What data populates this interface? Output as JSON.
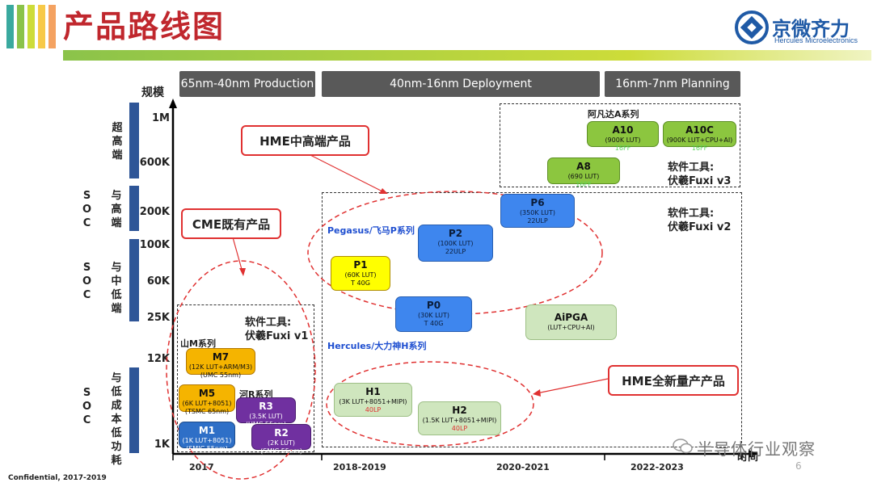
{
  "header": {
    "title": "产品路线图",
    "logo_name": "京微齐力",
    "logo_sub": "Hercules Microelectronics",
    "stripe_colors": [
      "#3aa99f",
      "#8bc34a",
      "#cddc39",
      "#f7c948",
      "#f4a261"
    ]
  },
  "phases": [
    "65nm-40nm Production",
    "40nm-16nm Deployment",
    "16nm-7nm Planning"
  ],
  "axis": {
    "y_title": "规模",
    "x_title": "时间",
    "y_ticks": [
      "1M",
      "600K",
      "200K",
      "100K",
      "60K",
      "25K",
      "12K",
      "1K"
    ],
    "x_ticks": [
      "2017",
      "2018-2019",
      "2020-2021",
      "2022-2023"
    ],
    "categories": [
      {
        "soc": "",
        "label": "超高端"
      },
      {
        "soc": "SOC",
        "label": "与高端"
      },
      {
        "soc": "SOC",
        "label": "与中低端"
      },
      {
        "soc": "SOC",
        "label": "与低成本低功耗"
      }
    ]
  },
  "callouts": {
    "hme_high": "HME中高端产品",
    "cme": "CME既有产品",
    "hme_new": "HME全新量产产品"
  },
  "tools": {
    "v1": [
      "软件工具:",
      "伏羲Fuxi v1"
    ],
    "v2": [
      "软件工具:",
      "伏羲Fuxi v2"
    ],
    "v3": [
      "软件工具:",
      "伏羲Fuxi v3"
    ]
  },
  "series": {
    "alpha": "阿凡达A系列",
    "pegasus": "Pegasus/飞马P系列",
    "hercules": "Hercules/大力神H系列",
    "shanm": "山M系列",
    "heR": "河R系列"
  },
  "products": {
    "A10": {
      "name": "A10",
      "spec": "(900K LUT)",
      "node": "16FF"
    },
    "A10C": {
      "name": "A10C",
      "spec": "(900K LUT+CPU+AI)",
      "node": "16FF"
    },
    "A8": {
      "name": "A8",
      "spec": "(690 LUT)",
      "node": "16FF"
    },
    "P6": {
      "name": "P6",
      "spec": "(350K LUT)",
      "node": "22ULP"
    },
    "P2": {
      "name": "P2",
      "spec": "(100K LUT)",
      "node": "22ULP"
    },
    "P1": {
      "name": "P1",
      "spec": "(60K LUT)",
      "node": "T 40G"
    },
    "P0": {
      "name": "P0",
      "spec": "(30K LUT)",
      "node": "T 40G"
    },
    "AiPGA": {
      "name": "AiPGA",
      "spec": "(LUT+CPU+AI)"
    },
    "H1": {
      "name": "H1",
      "spec": "(3K LUT+8051+MIPI)",
      "node": "40LP"
    },
    "H2": {
      "name": "H2",
      "spec": "(1.5K LUT+8051+MIPI)",
      "node": "40LP"
    },
    "M7": {
      "name": "M7",
      "spec": "(12K LUT+ARM/M3)",
      "node": "(UMC 55nm)"
    },
    "M5": {
      "name": "M5",
      "spec": "(6K LUT+8051)",
      "node": "(TSMC 65nm)"
    },
    "M1": {
      "name": "M1",
      "spec": "(1K LUT+8051)",
      "node": "(SMIC 55nm)"
    },
    "R3": {
      "name": "R3",
      "spec": "(3.5K LUT)",
      "node": "(UMC 55nm)"
    },
    "R2": {
      "name": "R2",
      "spec": "(2K LUT)",
      "node": "(SMIC 55nm)"
    }
  },
  "footer": {
    "confidential": "Confidential, 2017-2019",
    "page": "6",
    "watermark": "半导体行业观察"
  }
}
